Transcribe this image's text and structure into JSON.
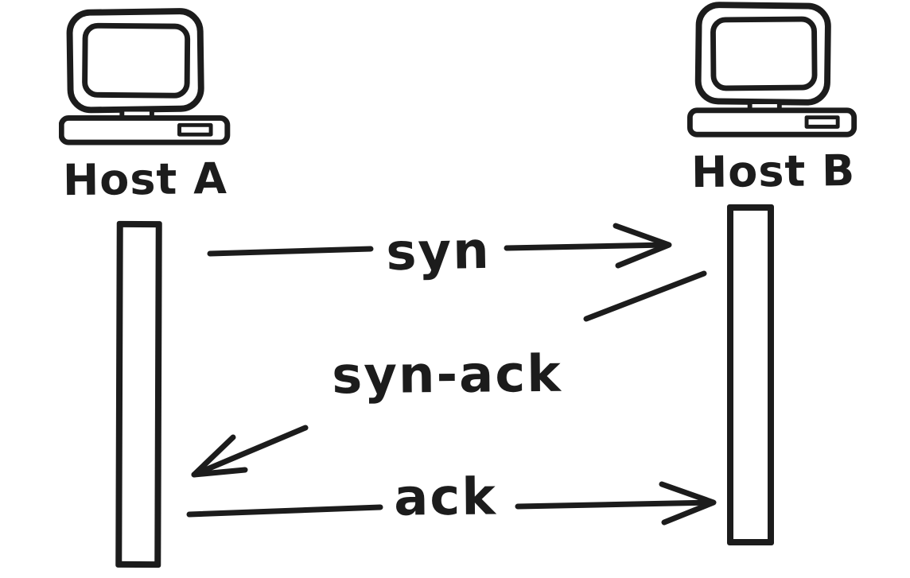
{
  "diagram": {
    "type": "sequence",
    "background_color": "#ffffff",
    "ink_color": "#1c1c1c",
    "actors": [
      {
        "id": "host-a",
        "label": "Host A",
        "icon": "desktop-computer-icon"
      },
      {
        "id": "host-b",
        "label": "Host B",
        "icon": "desktop-computer-icon"
      }
    ],
    "messages": [
      {
        "label": "syn",
        "from": "Host A",
        "to": "Host B",
        "direction": "right"
      },
      {
        "label": "syn-ack",
        "from": "Host B",
        "to": "Host A",
        "direction": "left"
      },
      {
        "label": "ack",
        "from": "Host A",
        "to": "Host B",
        "direction": "right"
      }
    ]
  }
}
